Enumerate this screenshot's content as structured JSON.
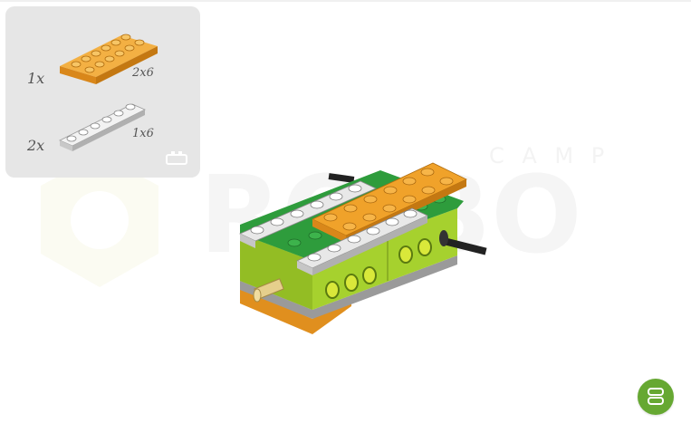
{
  "watermark": {
    "brand_word": "RO  BO",
    "sub_word": "C A M P"
  },
  "parts_list": {
    "items": [
      {
        "quantity": "1x",
        "size": "2x6",
        "color_name": "orange",
        "color": "#f0a22a"
      },
      {
        "quantity": "2x",
        "size": "1x6",
        "color_name": "white",
        "color": "#e8e8e8"
      }
    ],
    "collapse_icon": "bricks-stack-icon"
  },
  "fab": {
    "icon": "bricks-stack-icon",
    "color": "#66a832"
  }
}
